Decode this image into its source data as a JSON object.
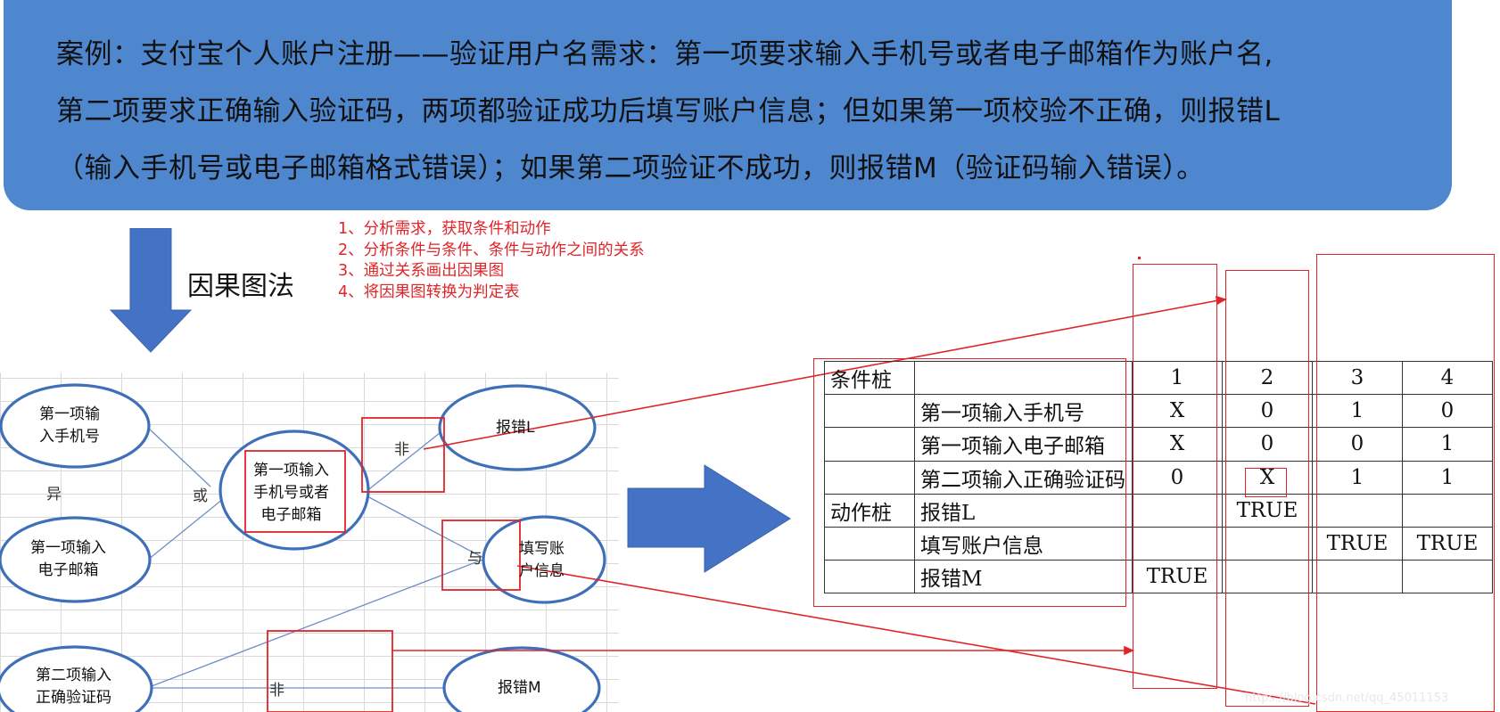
{
  "banner": {
    "lines": [
      "案例：支付宝个人账户注册——验证用户名需求：第一项要求输入手机号或者电子邮箱作为账户名,",
      "第二项要求正确输入验证码，两项都验证成功后填写账户信息；但如果第一项校验不正确，则报错L",
      "（输入手机号或电子邮箱格式错误）；如果第二项验证不成功，则报错M（验证码输入错误）。"
    ],
    "color": "#4f87cf"
  },
  "method_label": "因果图法",
  "steps": [
    "1、分析需求，获取条件和动作",
    "2、分析条件与条件、条件与动作之间的关系",
    "3、通过关系画出因果图",
    "4、将因果图转换为判定表"
  ],
  "cause_effect": {
    "nodes": {
      "c1": [
        "第一项输",
        "入手机号"
      ],
      "c2": [
        "第一项输入",
        "电子邮箱"
      ],
      "c3": [
        "第二项输入",
        "正确验证码"
      ],
      "mid": [
        "第一项输入",
        "手机号或者",
        "电子邮箱"
      ],
      "errL": "报错L",
      "fill": [
        "填写账",
        "户信息"
      ],
      "errM": "报错M"
    },
    "relations": {
      "exclusive": "异",
      "or": "或",
      "not_top": "非",
      "and": "与",
      "not_bottom": "非"
    }
  },
  "decision_table": {
    "header": [
      "条件桩",
      "",
      "1",
      "2",
      "3",
      "4"
    ],
    "rows": [
      [
        "",
        "第一项输入手机号",
        "X",
        "0",
        "1",
        "0"
      ],
      [
        "",
        "第一项输入电子邮箱",
        "X",
        "0",
        "0",
        "1"
      ],
      [
        "",
        "第二项输入正确验证码",
        "0",
        "X",
        "1",
        "1"
      ],
      [
        "动作桩",
        "报错L",
        "",
        "TRUE",
        "",
        ""
      ],
      [
        "",
        "填写账户信息",
        "",
        "",
        "TRUE",
        "TRUE"
      ],
      [
        "",
        "报错M",
        "TRUE",
        "",
        "",
        ""
      ]
    ]
  },
  "colors": {
    "accent_blue": "#4472c4",
    "highlight_red": "#e0252a",
    "node_stroke": "#3f6fb8"
  },
  "watermark": "https://blog.csdn.net/qq_45011153"
}
